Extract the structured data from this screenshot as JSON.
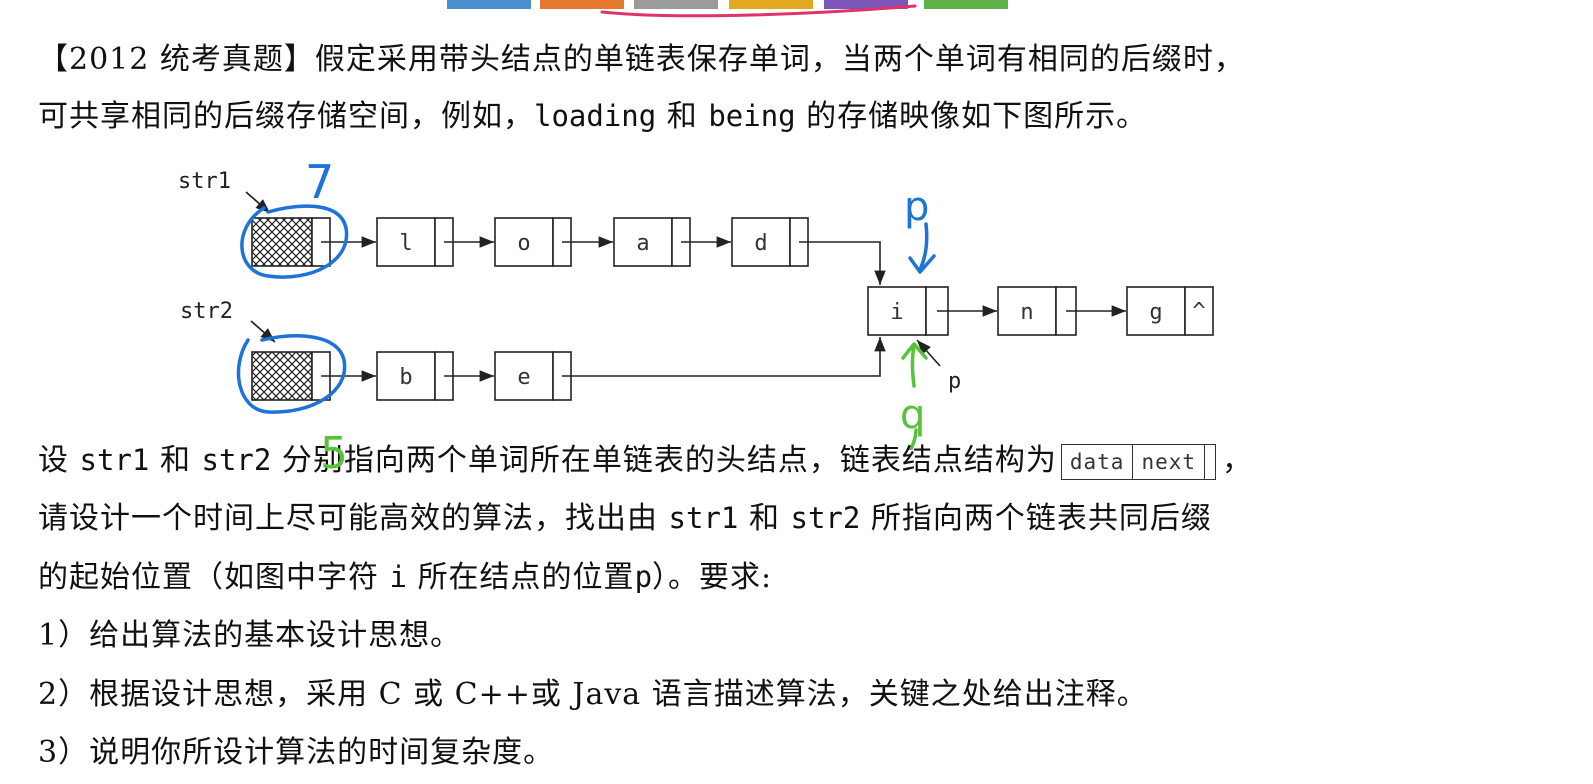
{
  "top_tabs": {
    "colors": [
      "#4b8fd1",
      "#e57a2e",
      "#9b9b9b",
      "#e2a91f",
      "#7b55b7",
      "#5fb14a"
    ]
  },
  "problem": {
    "line1": "【2012 统考真题】假定采用带头结点的单链表保存单词，当两个单词有相同的后缀时，",
    "line2_pre": "可共享相同的后缀存储空间，例如，",
    "line2_w1": "loading",
    "line2_mid": "和",
    "line2_w2": "being",
    "line2_post": "的存储映像如下图所示。"
  },
  "diagram": {
    "str1_label": "str1",
    "str2_label": "str2",
    "p_label": "p",
    "list1": [
      "l",
      "o",
      "a",
      "d"
    ],
    "list2": [
      "b",
      "e"
    ],
    "shared": [
      "i",
      "n",
      "g"
    ],
    "null_symbol": "^"
  },
  "body": {
    "l3_a": "设",
    "l3_s1": "str1",
    "l3_b": "和",
    "l3_s2": "str2",
    "l3_c": "分别指向两个单词所在单链表的头结点，链表结点结构为",
    "struct_data": "data",
    "struct_next": "next",
    "l3_d": "，",
    "l4_a": "请设计一个时间上尽可能高效的算法，找出由",
    "l4_s1": "str1",
    "l4_b": "和",
    "l4_s2": "str2",
    "l4_c": "所指向两个链表共同后缀",
    "l5_a": "的起始位置（如图中字符",
    "l5_i": "i",
    "l5_b": "所在结点的位置",
    "l5_p": "p",
    "l5_c": "）。要求:",
    "req1": "1）给出算法的基本设计思想。",
    "req2": "2）根据设计思想，采用 C 或 C++或 Java 语言描述算法，关键之处给出注释。",
    "req3": "3）说明你所设计算法的时间复杂度。"
  },
  "annotations": {
    "str1_len": "7",
    "str2_len": "5",
    "pointer_p": "p",
    "pointer_q": "q"
  }
}
